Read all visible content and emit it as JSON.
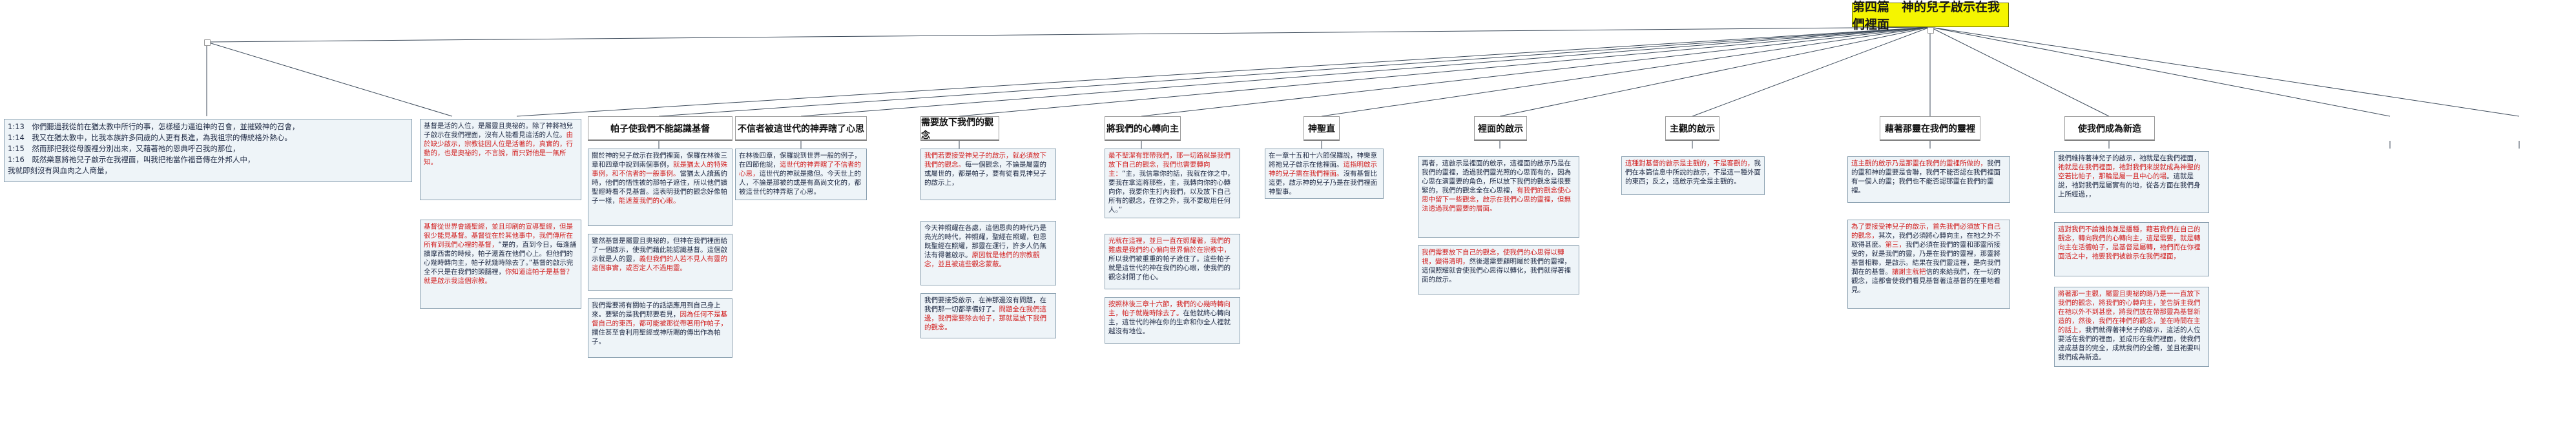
{
  "title": "第四篇　神的兒子啟示在我們裡面",
  "intro_lines": [
    "1:13　你們聽過我從前在猶太教中所行的事，怎樣極力逼迫神的召會，並摧毀神的召會，",
    "1:14　我又在猶太教中，比我本族許多同歲的人更有長進，為我祖宗的傳統格外熱心。",
    "1:15　然而那把我從母腹裡分別出來，又藉著祂的恩典呼召我的那位，",
    "1:16　既然樂意將祂兒子啟示在我裡面，叫我把祂當作福音傳在外邦人中，",
    "我就即刻沒有與血肉之人商量，"
  ],
  "left_notes": {
    "note1": [
      {
        "t": "基督是活的人位，是屬靈且奧祕的。除了神將祂兒子啟示在我們裡面，沒有人能看見這活的人位。",
        "c": "blue"
      },
      {
        "t": "由於缺少啟示，宗教徒因人位是活著的，真實的，行動的，也是奧祕的，不言說，而只對他是一無所知。",
        "c": "red"
      }
    ],
    "note2": [
      {
        "t": "基督從世界會議聖經，並且印刷的宣導聖經，但是很少能見基督。基督從在於其他事中，我們傳所在所有到我們心裡的基督，",
        "c": "red"
      },
      {
        "t": "“是的，直到今日，每逢誦讀摩西書的時候，帕子還蓋在他們心上。但他們的心幾時轉向主，帕子就幾時除去了。”基督的啟示完全不只是在我們的頭腦裡，",
        "c": "blue"
      },
      {
        "t": "你知道這帕子是基督？就是啟示我這個宗教。",
        "c": "red"
      }
    ]
  },
  "branches": [
    {
      "label": "帕子使我們不能認識基督",
      "id": "b1"
    },
    {
      "label": "不信者被這世代的神弄瞎了心思",
      "id": "b2"
    },
    {
      "label": "需要放下我們的觀念",
      "id": "b3"
    },
    {
      "label": "將我們的心轉向主",
      "id": "b4"
    },
    {
      "label": "神聖直",
      "id": "b5"
    },
    {
      "label": "裡面的啟示",
      "id": "b6"
    },
    {
      "label": "主觀的啟示",
      "id": "b7"
    },
    {
      "label": "藉著那靈在我們的靈裡",
      "id": "b8"
    },
    {
      "label": "使我們成為新造",
      "id": "b9"
    }
  ],
  "boxes": {
    "b1_1": [
      {
        "t": "關於神的兒子啟示在我們裡面，保羅在林後三章和四章中說到兩個事例，",
        "c": "blue"
      },
      {
        "t": "就是猶太人的特殊事例，和不信者的一般事例。",
        "c": "red"
      },
      {
        "t": "當猶太人讀舊約時，他們的悟性被的那帕子遮住，所以他們讀聖經時看不見基督。這表明我們的觀念好像帕子一樣，",
        "c": "blue"
      },
      {
        "t": "能遮蓋我們的心眼。",
        "c": "red"
      }
    ],
    "b1_2": [
      {
        "t": "雖然基督是屬靈且奧祕的，但神在我們裡面給了一個啟示，使我們藉此能認識基督。這個啟示就是人的靈，",
        "c": "blue"
      },
      {
        "t": "義但我們的人若不見人有靈的這個事實，或否定人不過用靈。",
        "c": "red"
      }
    ],
    "b1_3": [
      {
        "t": "我們需要將有關帕子的話語應用到自己身上來。要緊的是我們那要看見，",
        "c": "blue"
      },
      {
        "t": "因為任何不是基督自己的東西，都可能被那從帶著用作帕子，",
        "c": "red"
      },
      {
        "t": "攔住甚至會利用聖經或神所賜的傳出作為帕子。",
        "c": "blue"
      }
    ],
    "b2_1": [
      {
        "t": "在林後四章，保羅說到世界一般的例子，在四節他說，",
        "c": "blue"
      },
      {
        "t": "這世代的神弄瞎了不信者的心思，",
        "c": "red"
      },
      {
        "t": "這世代的神就是撒但。今天世上的人，不論是那被的或是有高尚文化的，都被這世代的神弄瞎了心思。",
        "c": "blue"
      }
    ],
    "b3_1": [
      {
        "t": "我們若要接受神兒子的啟示，就必須放下我們的觀念。",
        "c": "red"
      },
      {
        "t": "每一個觀念，不論是屬靈的或屬世的，都是帕子，要有從看見神兒子的啟示上，",
        "c": "blue"
      },
      {
        "t": "",
        "c": "red"
      }
    ],
    "b3_2": [
      {
        "t": "今天神照耀在各處，這個恩典的時代乃是亮光的時代，神照耀，聖經在照耀，包恩既聖經在照耀，那靈在運行，許多人仍無法有得著啟示。",
        "c": "blue"
      },
      {
        "t": "原因就是他們的宗教觀念，並且被這些觀念蒙蔽。",
        "c": "red"
      }
    ],
    "b3_3": [
      {
        "t": "我們要接受啟示，在神那邊沒有問題，在我們那一切都準備好了。",
        "c": "blue"
      },
      {
        "t": "問題全在我們這邊，我們需要除去帕子，那就是放下我們的觀念。",
        "c": "red"
      }
    ],
    "b4_1": [
      {
        "t": "最不聖潔有罪帶我們，那一切路就是我們放下自己的觀念，我們也需要轉向主：",
        "c": "red"
      },
      {
        "t": "“主，我信靠你的話，我就在你之中，要我在拿這將那些，主，我轉向你的心轉向你，我要你生打內我們，以及放下自己所有的觀念，在你之外，我不要取用任何人。”",
        "c": "blue"
      }
    ],
    "b4_2": [
      {
        "t": "光就在這裡，並且一直在照耀著，我們的難處是我們的心偏向世界偏於在宗教中，",
        "c": "red"
      },
      {
        "t": "所以我們被重重的帕子遮住了。這些帕子就是這世代的神在我們的心眼，使我們的觀念封閉了他心。",
        "c": "blue"
      }
    ],
    "b4_3": [
      {
        "t": "按照林後三章十六節，我們的心幾時轉向主，帕子就幾時除去了。",
        "c": "red"
      },
      {
        "t": "在他就終心轉向主，這世代的神在你的生命和你全人裡就越沒有地位。",
        "c": "blue"
      }
    ],
    "b5_1": [
      {
        "t": "在一章十五和十六節保羅說，神樂意將祂兒子啟示在他裡面。",
        "c": "blue"
      },
      {
        "t": "這指明啟示神的兒子需在我們裡面。",
        "c": "red"
      },
      {
        "t": "沒有基督比這更，啟示神的兒子乃是在我們裡面神聖事。",
        "c": "blue"
      }
    ],
    "b6_1": [
      {
        "t": "再者，這啟示是裡面的啟示，這裡面的啟示乃是在我們的靈裡，透過我們靈光照的心思而有的，因為心思在演靈要的角色，所以放下我們的觀念是很要緊的，我們的觀念全在心思裡，",
        "c": "blue"
      },
      {
        "t": "有我們的觀念使心思中留下一些觀念，啟示在我們心思的靈裡，但無法透過我們靈要的層面。",
        "c": "red"
      }
    ],
    "b6_2": [
      {
        "t": "我們需要放下自己的觀念，使我們的心思得以轉視，變得清明，",
        "c": "red"
      },
      {
        "t": "然後還需要顧明屬於我們的靈裡，這個照耀就會使我們心思得以轉化，我們就得著裡面的啟示。",
        "c": "blue"
      }
    ],
    "b7_1": [
      {
        "t": "這種對基督的啟示是主觀的，不是客觀的，",
        "c": "red"
      },
      {
        "t": "我們在本篇信息中所說的啟示，不是這一種外面的東西；反之，這啟示完全是主觀的。",
        "c": "blue"
      }
    ],
    "b8_1": [
      {
        "t": "這主觀的啟示乃是那靈在我們的靈裡所做的，",
        "c": "red"
      },
      {
        "t": "我們的靈和神的靈要是會聯，我們不能否認在我們裡面有一個人的靈；我們也不能否認那靈在我們的靈裡。",
        "c": "blue"
      }
    ],
    "b8_2": [
      {
        "t": "為了要接受神兒子的啟示，首先我們必須放下自己的觀念，",
        "c": "red"
      },
      {
        "t": "其次，我們必須將心轉向主，在祂之外不取得甚麼。",
        "c": "blue"
      },
      {
        "t": "第三，",
        "c": "red"
      },
      {
        "t": "我們必須在我們的靈和那靈所接受的，就是我們的靈，乃是在我們的靈裡，那靈將基督相聯，是啟示。結果在我們靈這裡，是向我們潤在的基督。",
        "c": "blue"
      },
      {
        "t": "讓謝主就把",
        "c": "red"
      },
      {
        "t": "信的來給我們，在一切的觀念，這都會使我們看見基督著這基督的在重地看見。",
        "c": "blue"
      }
    ],
    "b9_1": [
      {
        "t": "我們維持著神兒子的啟示，祂就是在我們裡面，",
        "c": "blue"
      },
      {
        "t": "祂就是在我們裡面，祂對我們來說就成為神聖的空若比帕子，那輪是屬一且中心的場",
        "c": "red"
      },
      {
        "t": "。這就是說，祂對我們是屬實有的地，從各方面在我們身上所經過，，",
        "c": "blue"
      },
      {
        "t": "",
        "c": "red"
      }
    ],
    "b9_2": [
      {
        "t": "這對我們不論推換兼是播種，藉若我們在自己的觀念，轉向我們的心轉向主，這是需要，就是轉向主在活體帕子，是基督是屬轉，祂們而在你裡面活之中，祂要我們被啟示在我們裡面，",
        "c": "red"
      },
      {
        "t": "",
        "c": "blue"
      }
    ],
    "b9_3": [
      {
        "t": "將著那一主觀，屬靈且奧祕的路乃是一一直放下我們的觀念，將我們的心轉向主，並告訴主我們在祂以外不到甚麼，將我們放在帶那靈為基督新造的，然後，我們在神們的觀念，並在時間在主的話上，",
        "c": "red"
      },
      {
        "t": "我們就得著神兒子的啟示，這活的人位要活在我們的裡面，並成形在我們裡面，使我們達成基督的完全，成就我們的全體，並且祂要叫我們成為新造。",
        "c": "blue"
      }
    ]
  }
}
